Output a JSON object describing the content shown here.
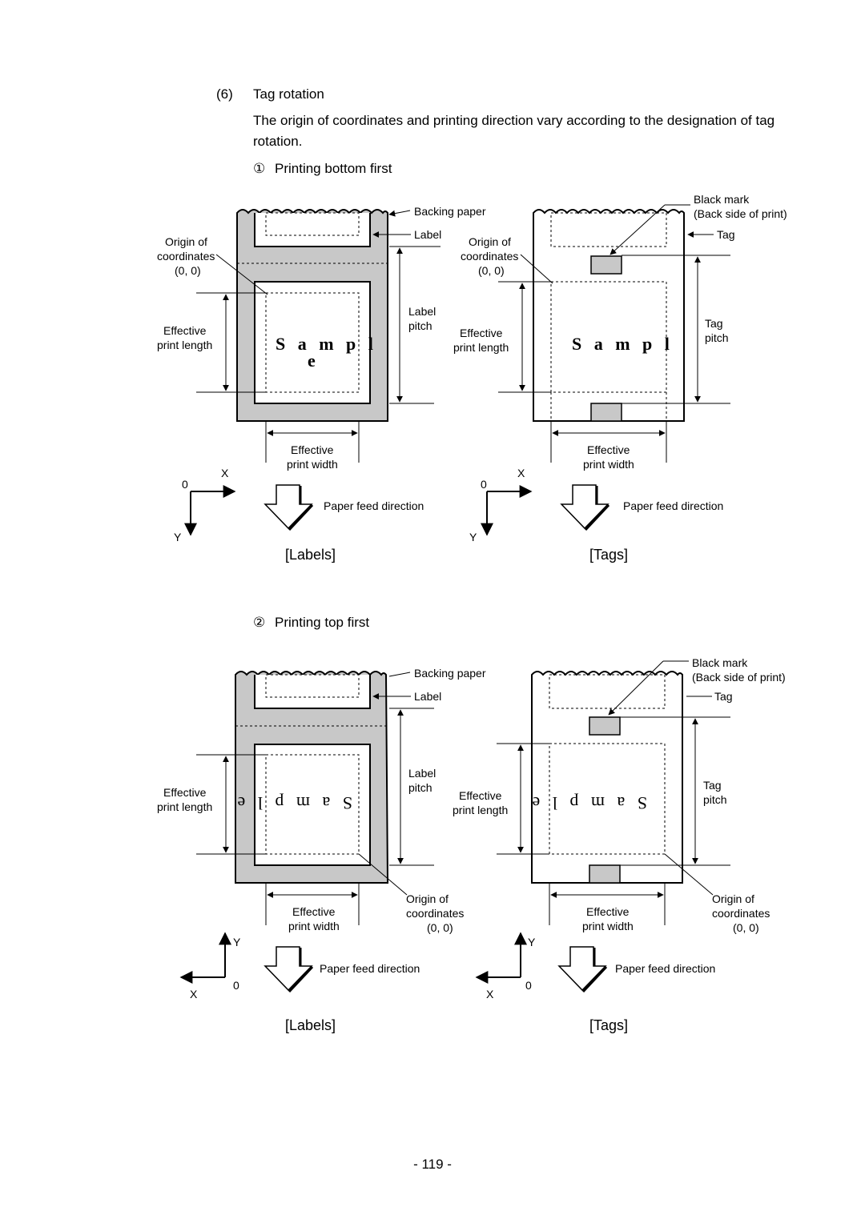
{
  "section": {
    "number": "(6)",
    "title": "Tag rotation",
    "intro": "The origin of coordinates and printing direction vary according to the designation of tag rotation."
  },
  "subsections": [
    {
      "marker": "①",
      "title": "Printing bottom first"
    },
    {
      "marker": "②",
      "title": "Printing top first"
    }
  ],
  "labels_panel": {
    "backing_paper": "Backing paper",
    "label": "Label",
    "origin_line1": "Origin of",
    "origin_line2": "coordinates",
    "origin_line3": "(0, 0)",
    "label_pitch_1": "Label",
    "label_pitch_2": "pitch",
    "eff_len_1": "Effective",
    "eff_len_2": "print length",
    "eff_wid_1": "Effective",
    "eff_wid_2": "print width",
    "sample": "S a m p l",
    "sample_full": "S a m p l e",
    "caption": "[Labels]"
  },
  "tags_panel": {
    "black_mark_1": "Black mark",
    "black_mark_2": "(Back side of print)",
    "tag": "Tag",
    "tag_pitch_1": "Tag",
    "tag_pitch_2": "pitch",
    "caption": "[Tags]"
  },
  "axes": {
    "origin": "0",
    "x": "X",
    "y": "Y"
  },
  "paper_feed": "Paper feed direction",
  "page_number": "- 119 -"
}
